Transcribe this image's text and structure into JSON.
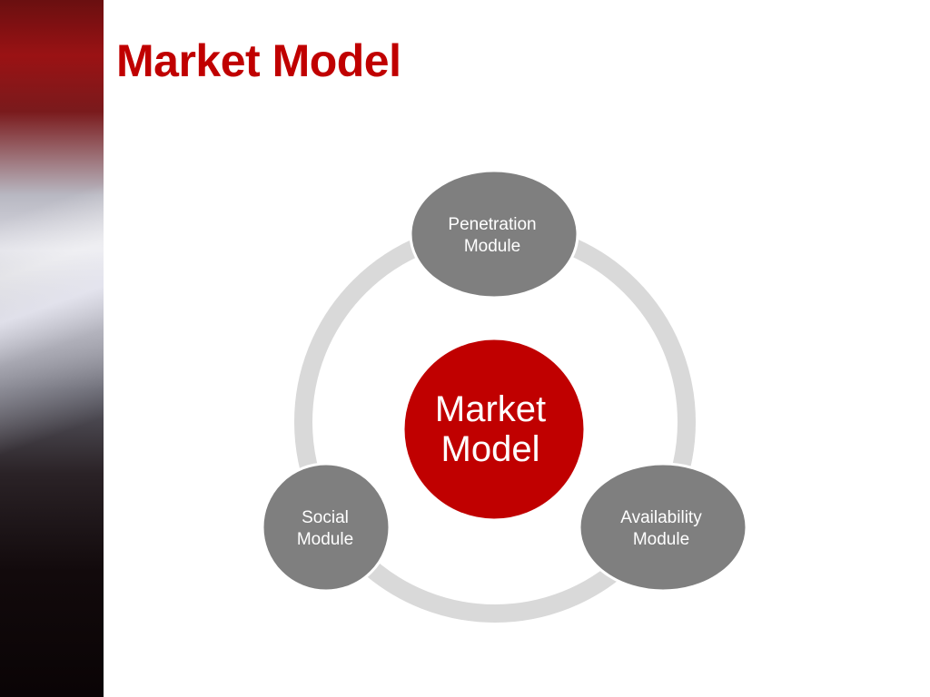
{
  "title": "Market Model",
  "diagram": {
    "center": {
      "lines": [
        "Market",
        "Model"
      ],
      "color": "#c00000"
    },
    "nodes": [
      {
        "lines": [
          "Penetration",
          "Module"
        ],
        "color": "#7f7f7f"
      },
      {
        "lines": [
          "Availability",
          "Module"
        ],
        "color": "#7f7f7f"
      },
      {
        "lines": [
          "Social",
          "Module"
        ],
        "color": "#7f7f7f"
      }
    ],
    "ring_color": "#d9d9d9"
  }
}
